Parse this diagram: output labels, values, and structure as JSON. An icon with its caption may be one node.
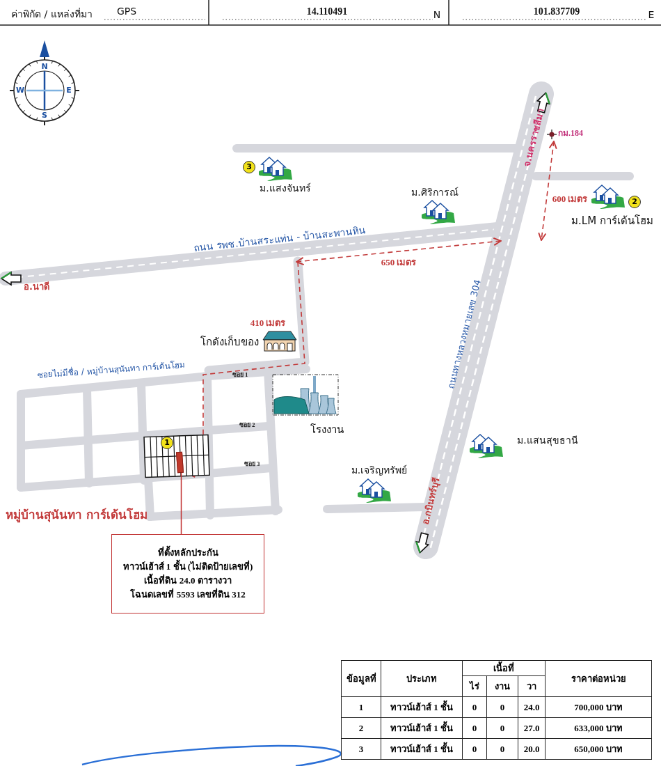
{
  "diagram": {
    "nodes": [
      {
        "text": [
          "ที่ตั้งหลักประกัน",
          "ทาวน์เฮ้าส์ 1 ชั้น (ไม่ติดป้ายเลขที่)",
          "เนื้อที่ดิน 24.0 ตารางวา",
          "โฉนดเลขที่ 5593 เลขที่ดิน 312"
        ]
      },
      {
        "text": [],
        "shape": "box"
      }
    ],
    "edges": [
      {
        "from": 0,
        "to": 1,
        "arrow": "none"
      }
    ],
    "labels": [
      "ค่าพิกัด / แหล่งที่มา",
      "GPS",
      "14.110491",
      "N",
      "101.837709",
      "E",
      "N",
      "W",
      "E",
      "S",
      "จ.นครราชสีมา",
      "กม.184",
      "3",
      "ม.แสงจันทร์",
      "ม.ศิริการณ์",
      "600 เมตร",
      "2",
      "ม.LM การ์เด้นโฮม",
      "ถนน รพช.บ้านสระแท่น - บ้านสะพานหิน",
      "อ.นาดี",
      "650 เมตร",
      "ถนนทางหลวงหมายเลข 304",
      "410 เมตร",
      "โกดังเก็บของ",
      "ซอยไม่มีชื่อ / หมู่บ้านสุนันทา การ์เด้นโฮม",
      "ซอย 1",
      "ซอย 2",
      "ซอย 3",
      "1",
      "โรงงาน",
      "ม.แสนสุขธานี",
      "ม.เจริญทรัพย์",
      "หมู่บ้านสุนันทา การ์เด้นโฮม",
      "อ.กบินทร์บุรี",
      "ข้อมูลที่",
      "ประเภท",
      "เนื้อที่",
      "ราคาต่อหน่วย",
      "ไร่",
      "งาน",
      "วา",
      "1",
      "ทาวน์เฮ้าส์ 1 ชั้น",
      "0",
      "0",
      "24.0",
      "700,000 บาท",
      "2",
      "ทาวน์เฮ้าส์ 1 ชั้น",
      "0",
      "0",
      "27.0",
      "633,000 บาท",
      "3",
      "ทาวน์เฮ้าส์ 1 ชั้น",
      "0",
      "0",
      "20.0",
      "650,000 บาท"
    ]
  }
}
